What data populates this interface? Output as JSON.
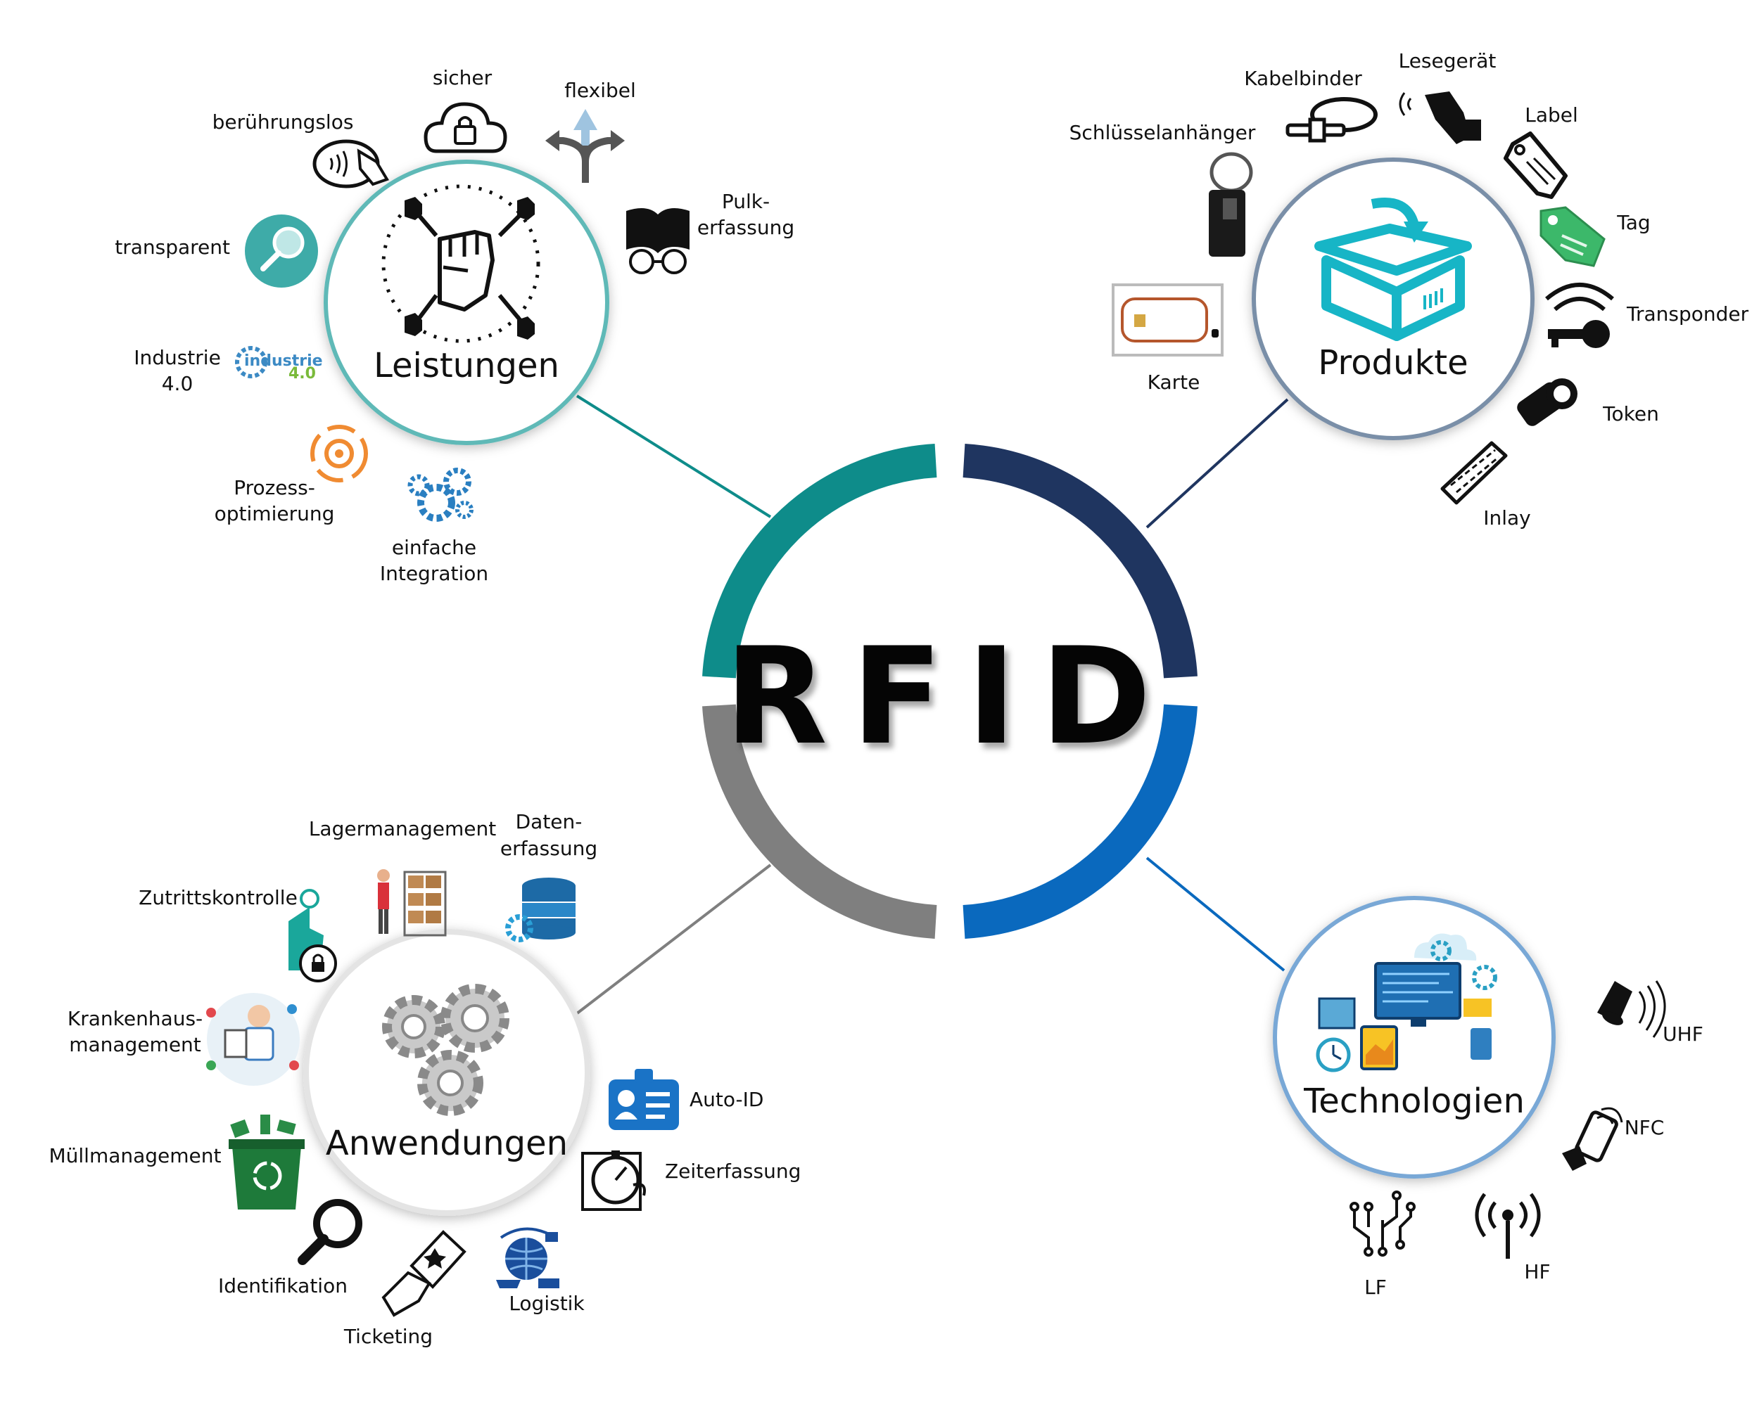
{
  "center": {
    "title": "RFID"
  },
  "ring_colors": {
    "teal": "#0e8c8a",
    "navy": "#1f3560",
    "grey": "#7f7f7f",
    "blue": "#0a69be"
  },
  "hubs": {
    "leistungen": {
      "title": "Leistungen",
      "color": "#5fb9b7"
    },
    "produkte": {
      "title": "Produkte",
      "color": "#7a8fa8"
    },
    "anwendungen": {
      "title": "Anwendungen",
      "color": "#dcdcdc"
    },
    "technologien": {
      "title": "Technologien",
      "color": "#79a8d6"
    }
  },
  "leistungen": {
    "beruehrungslos": "berührungslos",
    "sicher": "sicher",
    "flexibel": "flexibel",
    "pulk_1": "Pulk-",
    "pulk_2": "erfassung",
    "transparent": "transparent",
    "industrie_1": "Industrie",
    "industrie_2": "4.0",
    "industrie_logo_1": "industrie",
    "industrie_logo_2": "4.0",
    "prozess_1": "Prozess-",
    "prozess_2": "optimierung",
    "integration_1": "einfache",
    "integration_2": "Integration"
  },
  "produkte": {
    "kabelbinder": "Kabelbinder",
    "lesegeraet": "Lesegerät",
    "label": "Label",
    "schluessel": "Schlüsselanhänger",
    "tag": "Tag",
    "transponder": "Transponder",
    "karte": "Karte",
    "token": "Token",
    "inlay": "Inlay"
  },
  "anwendungen": {
    "lager": "Lagermanagement",
    "daten_1": "Daten-",
    "daten_2": "erfassung",
    "zutritt": "Zutrittskontrolle",
    "kranken_1": "Krankenhaus-",
    "kranken_2": "management",
    "auto_id": "Auto-ID",
    "zeit": "Zeiterfassung",
    "muell": "Müllmanagement",
    "ident": "Identifikation",
    "ticketing": "Ticketing",
    "logistik": "Logistik"
  },
  "technologien": {
    "uhf": "UHF",
    "nfc": "NFC",
    "lf": "LF",
    "hf": "HF"
  }
}
